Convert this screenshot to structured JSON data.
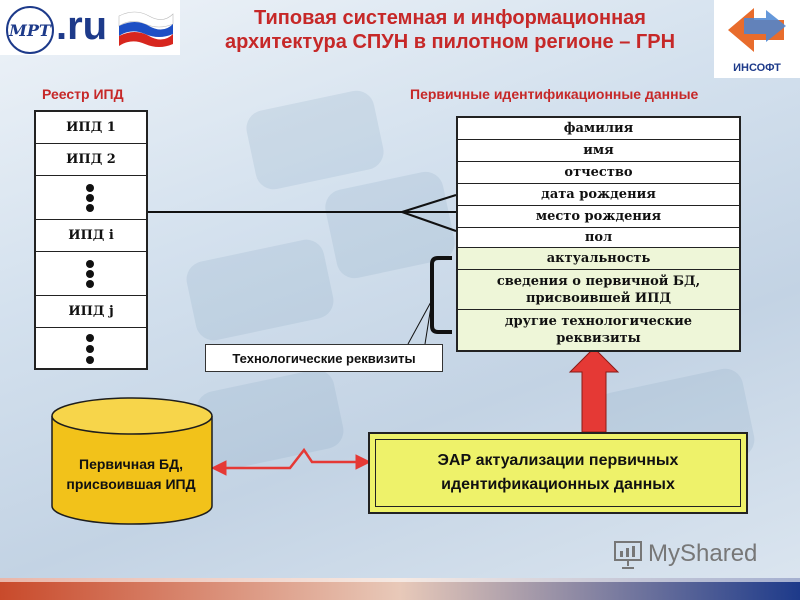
{
  "header": {
    "title": "Типовая системная и информационная архитектура СПУН в пилотном регионе – ГРН"
  },
  "logos": {
    "left_mark": "МРТ",
    "left_domain": ".ru",
    "right_brand": "ИНСОФТ"
  },
  "registry": {
    "heading": "Реестр ИПД",
    "cells": [
      "ИПД 1",
      "ИПД 2",
      "ИПД i",
      "ИПД j"
    ]
  },
  "primary": {
    "heading": "Первичные идентификационные данные",
    "fields": [
      "фамилия",
      "имя",
      "отчество",
      "дата рождения",
      "место рождения",
      "пол",
      "актуальность",
      "сведения о первичной БД, присвоившей ИПД",
      "другие технологические реквизиты"
    ]
  },
  "tech_label": "Технологические реквизиты",
  "database": {
    "label": "Первичная БД, присвоившая ИПД"
  },
  "ear": {
    "label": "ЭАР актуализации первичных идентификационных данных"
  },
  "watermark": {
    "text": "MyShared"
  },
  "colors": {
    "title_red": "#c62828",
    "db_fill": "#f2c21a",
    "ear_fill": "#eef26a",
    "arrow_red": "#e53935",
    "tech_green": "#eef6d8"
  }
}
